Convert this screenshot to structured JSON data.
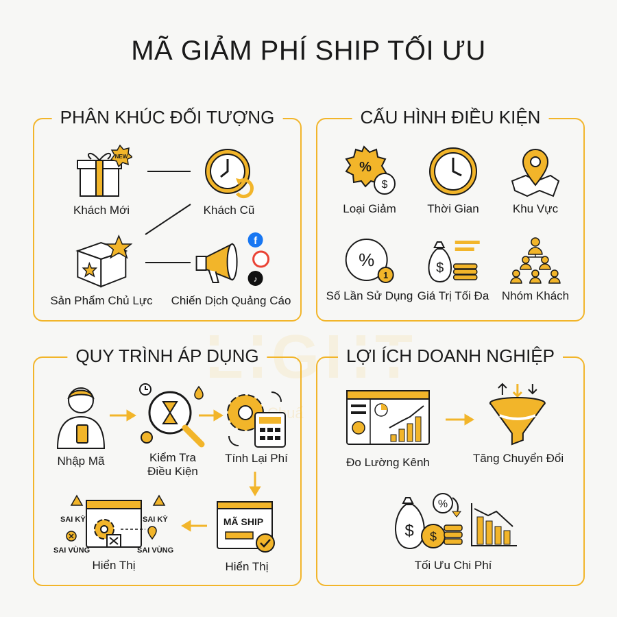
{
  "title": "MÃ GIẢM PHÍ SHIP TỐI ƯU",
  "watermark": {
    "brand": "LIGHT",
    "tagline": "Chuẩ"
  },
  "panels": {
    "segments": {
      "title": "PHÂN KHÚC ĐỐI TƯỢNG",
      "items": [
        "Khách Mới",
        "Khách Cũ",
        "Sản Phẩm Chủ Lực",
        "Chiến Dịch Quảng Cáo"
      ],
      "badge": "NEW"
    },
    "config": {
      "title": "CẤU HÌNH ĐIỀU KIỆN",
      "items": [
        "Loại Giảm",
        "Thời Gian",
        "Khu Vực",
        "Số Lần Sử Dụng",
        "Giá Trị Tối Đa",
        "Nhóm Khách"
      ]
    },
    "process": {
      "title": "QUY TRÌNH ÁP DỤNG",
      "steps": [
        "Nhập Mã",
        "Kiểm Tra",
        "Điều Kiện",
        "Tính Lại Phí",
        "Hiển Thị",
        "Hiển Thị"
      ],
      "ship_label": "MÃ SHIP",
      "errors": [
        "SAI KỲ",
        "SAI KỲ",
        "SAI VÙNG",
        "SAI VÙNG"
      ]
    },
    "benefits": {
      "title": "LỢI ÍCH DOANH NGHIỆP",
      "items": [
        "Đo Lường Kênh",
        "Tăng Chuyển Đổi",
        "Tối Ưu Chi Phí"
      ]
    }
  },
  "colors": {
    "accent": "#f2b52a",
    "ink": "#1a1a1a"
  }
}
